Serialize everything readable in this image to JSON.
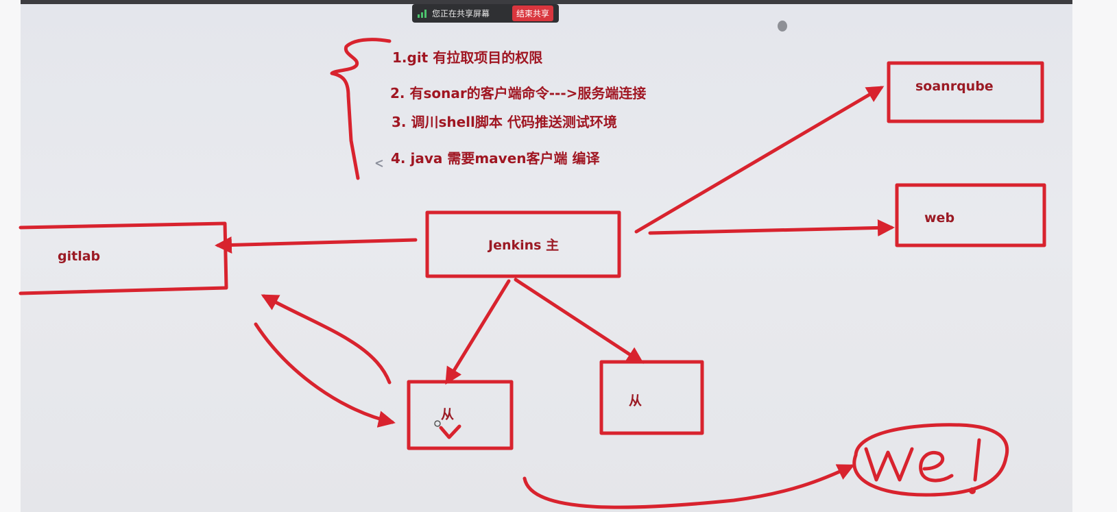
{
  "share_bar": {
    "sharing_text": "您正在共享屏幕",
    "end_button": "结束共享"
  },
  "notes": [
    "1.git  有拉取项目的权限",
    "2. 有sonar的客户端命令--->服务端连接",
    "3. 调川shell脚本 代码推送测试环境",
    "4. java 需要maven客户端 编译"
  ],
  "nodes": {
    "jenkins": "Jenkins 主",
    "gitlab": "gitlab",
    "sonarqube": "soanrqube",
    "web": "web",
    "slave_left": "从",
    "slave_right": "从"
  },
  "handwriting": "Wel",
  "colors": {
    "ink": "#d8232e",
    "text": "#8a1420",
    "share_bar": "#2f3033",
    "end_button": "#d9363e"
  }
}
